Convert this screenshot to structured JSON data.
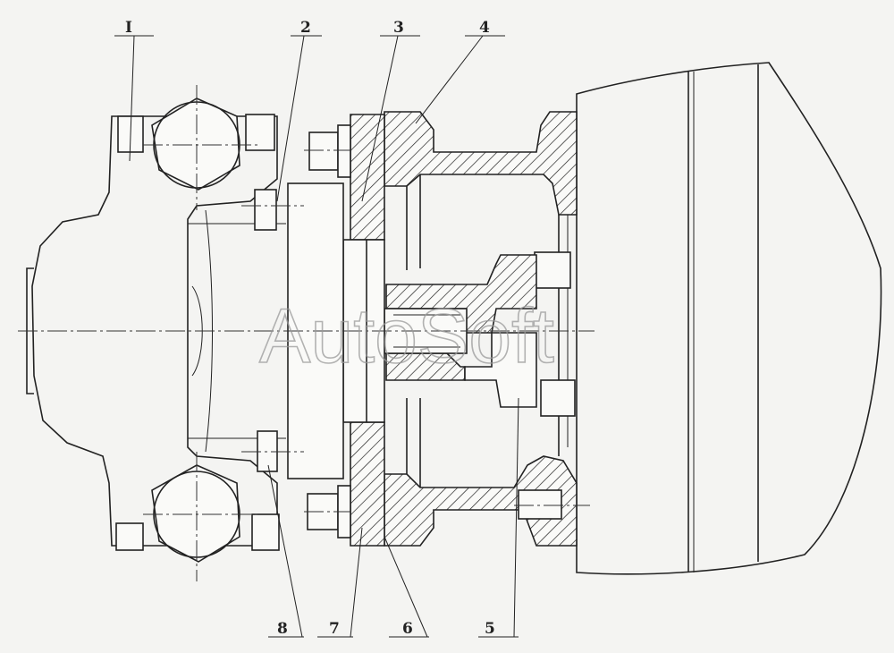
{
  "watermark": "AutoSoft",
  "callouts": [
    {
      "id": "I"
    },
    {
      "id": "2"
    },
    {
      "id": "3"
    },
    {
      "id": "4"
    },
    {
      "id": "5"
    },
    {
      "id": "6"
    },
    {
      "id": "7"
    },
    {
      "id": "8"
    }
  ]
}
